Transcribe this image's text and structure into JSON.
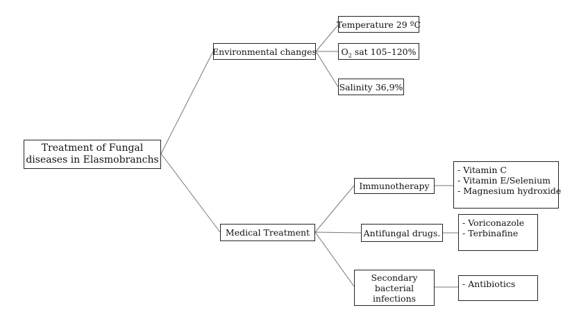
{
  "root": {
    "line1": "Treatment of Fungal",
    "line2": "diseases in Elasmobranchs"
  },
  "environmental": {
    "label": "Environmental changes",
    "temperature": "Temperature 29 ºC",
    "o2": {
      "prefix": "O",
      "sub": "2",
      "suffix": " sat 105–120%"
    },
    "salinity": "Salinity 36,9%"
  },
  "medical": {
    "label": "Medical Treatment",
    "immunotherapy": {
      "label": "Immunotherapy",
      "items": [
        "- Vitamin C",
        "- Vitamin E/Selenium",
        "- Magnesium hydroxide"
      ]
    },
    "antifungal": {
      "label": "Antifungal drugs.",
      "items": [
        "- Voriconazole",
        "- Terbinafine"
      ]
    },
    "secondary": {
      "line1": "Secondary",
      "line2": "bacterial",
      "line3": "infections",
      "items": [
        "- Antibiotics"
      ]
    }
  },
  "colors": {
    "line": "#777777",
    "border": "#222222"
  }
}
